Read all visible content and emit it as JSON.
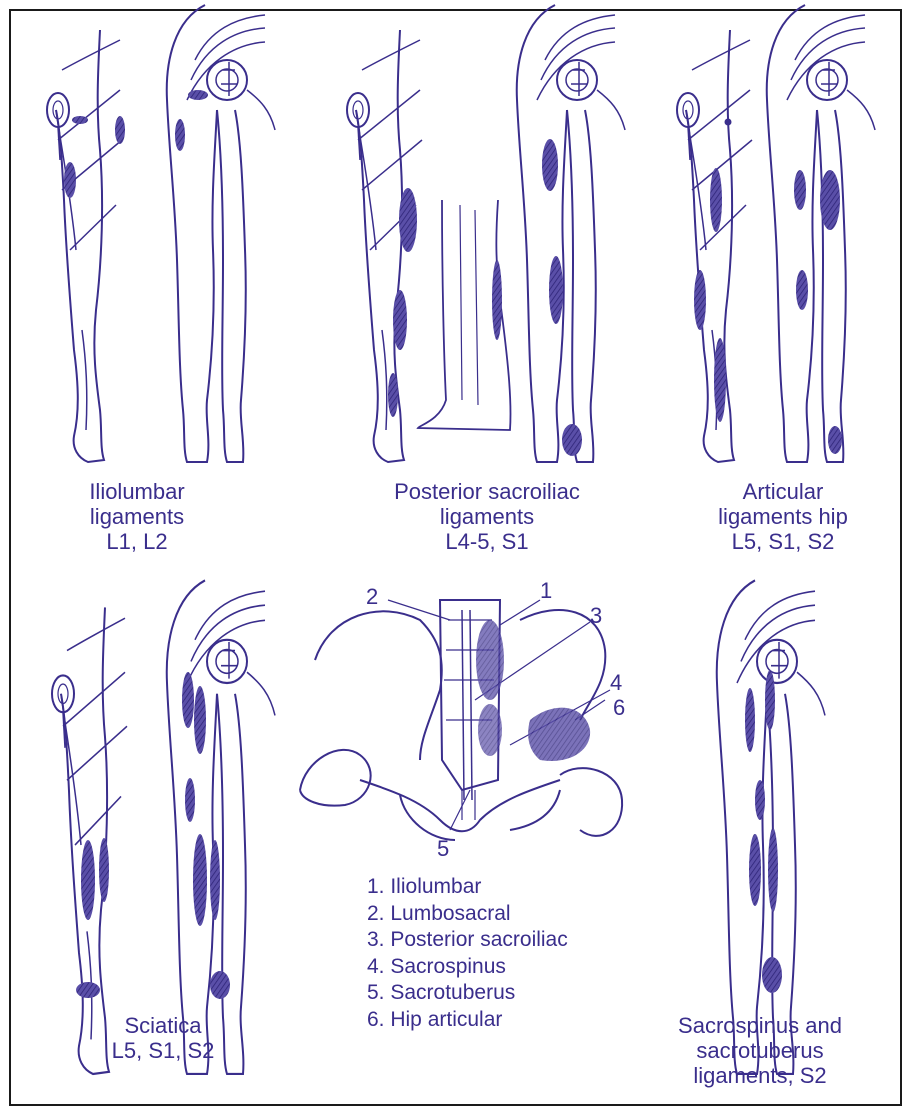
{
  "colors": {
    "ink": "#3a2e8c",
    "frame": "#1a1a1a",
    "background": "#ffffff"
  },
  "panels": [
    {
      "id": "iliolumbar",
      "lines": [
        "Iliolumbar",
        "ligaments",
        "L1, L2"
      ]
    },
    {
      "id": "posterior-sacroiliac",
      "lines": [
        "Posterior sacroiliac",
        "ligaments",
        "L4-5, S1"
      ]
    },
    {
      "id": "articular-hip",
      "lines": [
        "Articular",
        "ligaments hip",
        "L5, S1, S2"
      ]
    },
    {
      "id": "sciatica",
      "lines": [
        "Sciatica",
        "L5, S1, S2"
      ]
    },
    {
      "id": "sacrospinus-sacrotuberus",
      "lines": [
        "Sacrospinus and",
        "sacrotuberus",
        "ligaments, S2"
      ]
    }
  ],
  "pelvis": {
    "callouts": [
      "1",
      "2",
      "3",
      "4",
      "5",
      "6"
    ],
    "legend": [
      "1. Iliolumbar",
      "2. Lumbosacral",
      "3. Posterior sacroiliac",
      "4. Sacrospinus",
      "5. Sacrotuberus",
      "6. Hip articular"
    ]
  }
}
